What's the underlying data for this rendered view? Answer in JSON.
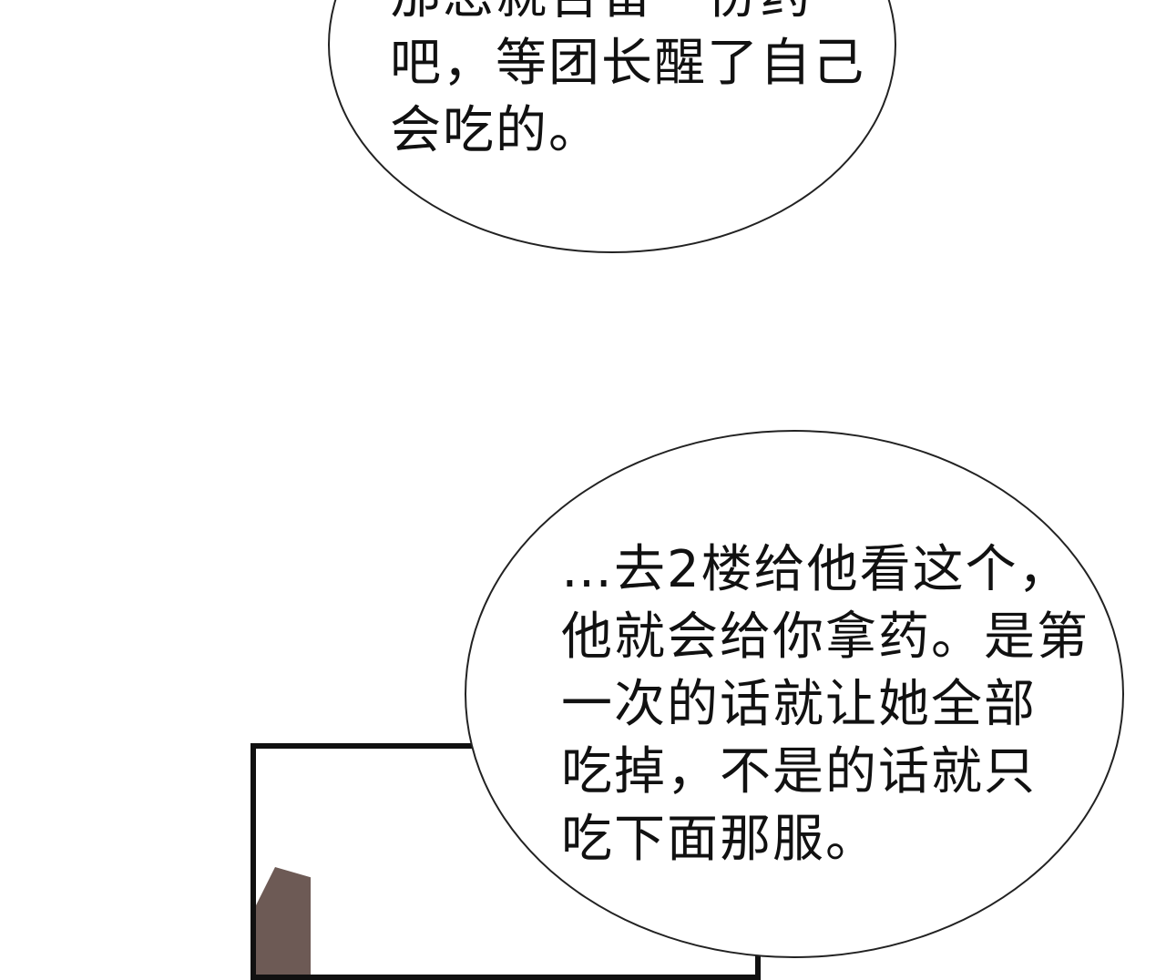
{
  "bubbles": [
    {
      "lines": [
        "那您就告留一份药",
        "吧，等团长醒了自己",
        "会吃的。"
      ]
    },
    {
      "lines": [
        "…去2楼给他看这个，",
        "他就会给你拿药。是第",
        "一次的话就让她全部",
        "吃掉，不是的话就只",
        "吃下面那服。"
      ]
    }
  ]
}
